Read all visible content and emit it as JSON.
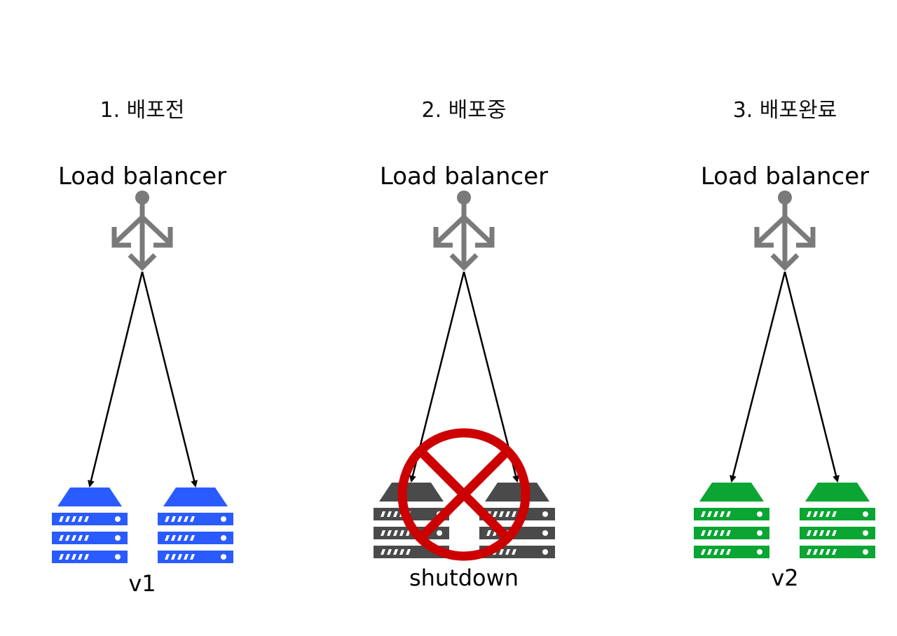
{
  "stages": [
    {
      "title": "1. 배포전",
      "lb_label": "Load balancer",
      "caption": "v1",
      "server_color": "#2a5bff",
      "status": "active"
    },
    {
      "title": "2. 배포중",
      "lb_label": "Load balancer",
      "caption": "shutdown",
      "server_color": "#4a4a4a",
      "status": "shutdown"
    },
    {
      "title": "3. 배포완료",
      "lb_label": "Load balancer",
      "caption": "v2",
      "server_color": "#0aa532",
      "status": "active"
    }
  ],
  "colors": {
    "load_balancer_icon": "#7a7a7a",
    "arrow": "#000000",
    "prohibit_sign": "#cc0000",
    "server_stripe": "#ffffff"
  },
  "icons": {
    "load_balancer": "load-balancer-icon",
    "server": "server-rack-icon",
    "prohibit": "prohibit-sign-icon"
  }
}
